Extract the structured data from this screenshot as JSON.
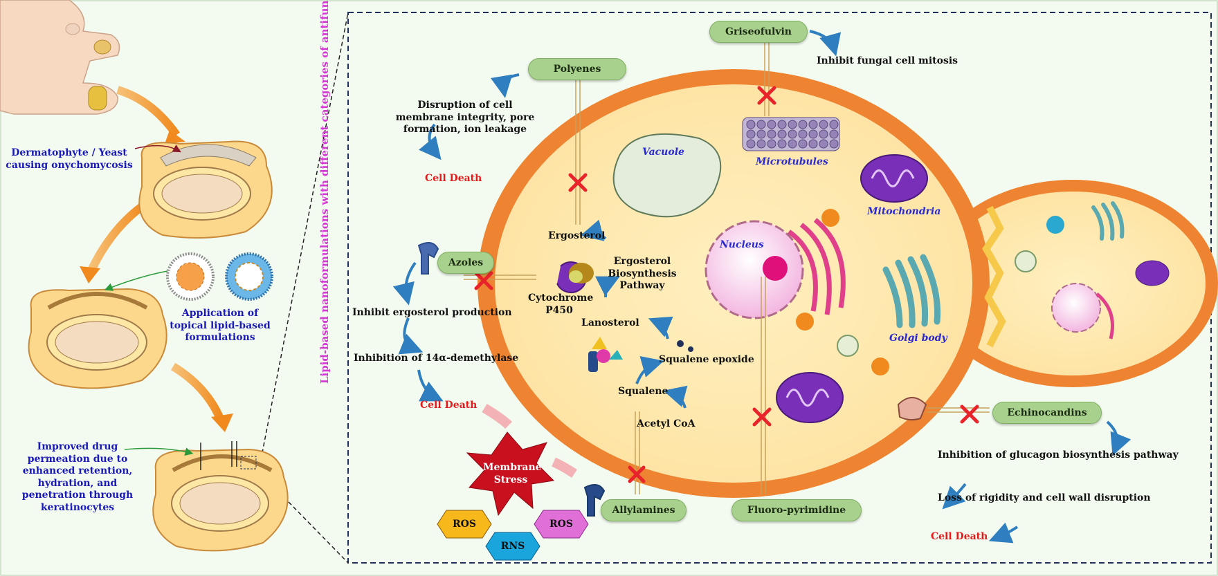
{
  "side_title": "Lipid-based nanoformulations with different categories of antifungal drug",
  "left": {
    "pathogen": "Dermatophyte / Yeast causing onychomycosis",
    "application": "Application of topical lipid-based formulations",
    "improved": "Improved drug permeation due to enhanced retention, hydration, and penetration through keratinocytes"
  },
  "drugs": {
    "griseofulvin": "Griseofulvin",
    "polyenes": "Polyenes",
    "azoles": "Azoles",
    "allylamines": "Allylamines",
    "fluoro": "Fluoro-pyrimidine",
    "echinocandins": "Echinocandins"
  },
  "effects": {
    "mitosis": "Inhibit fungal cell mitosis",
    "membrane": "Disruption of cell membrane integrity, pore formation, ion leakage",
    "ergo_prod": "Inhibit ergosterol production",
    "demethylase": "Inhibition of 14α-demethylase",
    "glucagon": "Inhibition of glucagon biosynthesis pathway",
    "rigidity": "Loss of rigidity and  cell wall disruption",
    "cell_death": "Cell Death"
  },
  "pathway": {
    "ergosterol": "Ergosterol",
    "ergo_pathway": "Ergosterol Biosynthesis Pathway",
    "cytochrome": "Cytochrome P450",
    "lanosterol": "Lanosterol",
    "squalene_epoxide": "Squalene epoxide",
    "squalene": "Squalene",
    "acetyl_coa": "Acetyl CoA"
  },
  "organelles": {
    "vacuole": "Vacuole",
    "microtubules": "Microtubules",
    "mitochondria": "Mitochondria",
    "nucleus": "Nucleus",
    "golgi": "Golgi body"
  },
  "stress": {
    "membrane_stress": "Membrane Stress",
    "ros": "ROS",
    "rns": "RNS"
  },
  "colors": {
    "pill": "#a9d18e",
    "cell_wall": "#ee8431",
    "cytoplasm": "#fde7a4",
    "arrow": "#2f7fc0",
    "x_mark": "#e8232a",
    "membrane_star": "#c8101e"
  }
}
